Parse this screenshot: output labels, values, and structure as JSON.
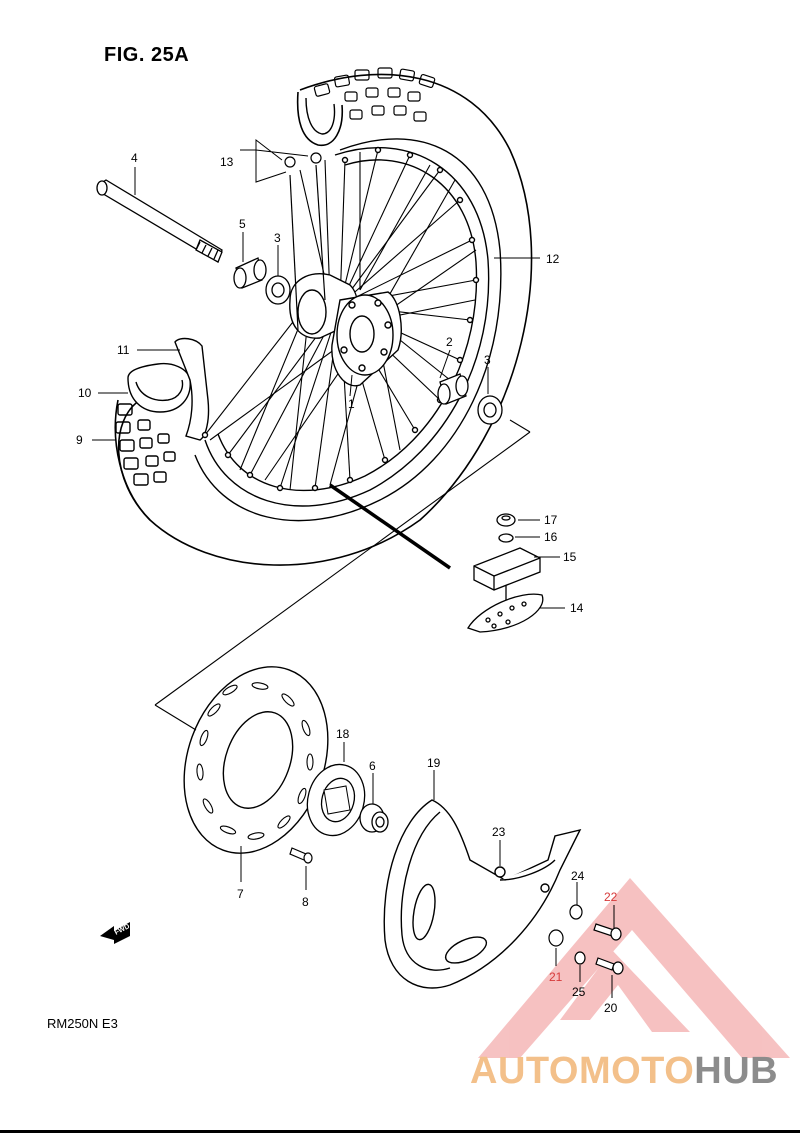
{
  "figure_title": "FIG. 25A",
  "model_code": "RM250N  E3",
  "fwd_label": "FWD",
  "callouts": [
    {
      "id": "4",
      "text": "4"
    },
    {
      "id": "13",
      "text": "13"
    },
    {
      "id": "5",
      "text": "5"
    },
    {
      "id": "3a",
      "text": "3"
    },
    {
      "id": "12",
      "text": "12"
    },
    {
      "id": "11",
      "text": "11"
    },
    {
      "id": "10",
      "text": "10"
    },
    {
      "id": "9",
      "text": "9"
    },
    {
      "id": "2",
      "text": "2"
    },
    {
      "id": "3b",
      "text": "3"
    },
    {
      "id": "1",
      "text": "1"
    },
    {
      "id": "17",
      "text": "17"
    },
    {
      "id": "16",
      "text": "16"
    },
    {
      "id": "15",
      "text": "15"
    },
    {
      "id": "14",
      "text": "14"
    },
    {
      "id": "18",
      "text": "18"
    },
    {
      "id": "6",
      "text": "6"
    },
    {
      "id": "19",
      "text": "19"
    },
    {
      "id": "23",
      "text": "23"
    },
    {
      "id": "7",
      "text": "7"
    },
    {
      "id": "8",
      "text": "8"
    },
    {
      "id": "24",
      "text": "24"
    },
    {
      "id": "22",
      "text": "22"
    },
    {
      "id": "21",
      "text": "21"
    },
    {
      "id": "25",
      "text": "25"
    },
    {
      "id": "20",
      "text": "20"
    }
  ],
  "watermark": {
    "part1": "AUTOMOTO",
    "part2": "HUB",
    "color_accent": "#f3c08a",
    "color_gray": "#8c8c8c",
    "color_triangle": "#ef8f8f"
  }
}
